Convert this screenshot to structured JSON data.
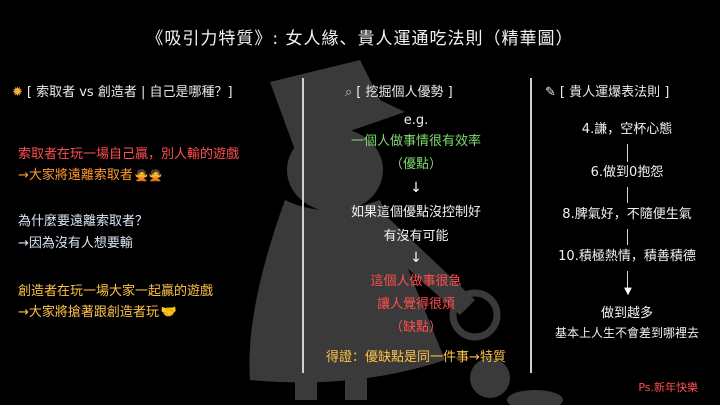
{
  "title": "《吸引力特質》: 女人緣、貴人運通吃法則（精華圖）",
  "icons": {
    "col1": "light-bulb-icon",
    "col2": "magnifier-icon",
    "col3": "memo-icon"
  },
  "col1": {
    "heading": "[ 索取者 vs 創造者 | 自己是哪種？]",
    "p1_line1": "索取者在玩一場自己贏，別人輸的遊戲",
    "p1_line2": "→大家將遠離索取者",
    "p2_line1": "為什麼要遠離索取者？",
    "p2_line2": "→因為沒有人想要輸",
    "p3_line1": "創造者在玩一場大家一起贏的遊戲",
    "p3_line2": "→大家將搶著跟創造者玩"
  },
  "col2": {
    "heading": "[ 挖掘個人優勢 ]",
    "eg": "e.g.",
    "s1": "一個人做事情很有效率",
    "s1_tag": "（優點）",
    "q1": "如果這個優點沒控制好",
    "q2": "有沒有可能",
    "w1": "這個人做事很急",
    "w2": "讓人覺得很煩",
    "w_tag": "（缺點）",
    "conclusion": "得證：優缺點是同一件事→特質"
  },
  "col3": {
    "heading": "[ 貴人運爆表法則 ]",
    "rule4": "4.謙，空杯心態",
    "rule6": "6.做到0抱怨",
    "rule8": "8.脾氣好，不隨便生氣",
    "rule10": "10.積極熱情，積善積德",
    "result1": "做到越多",
    "result2": "基本上人生不會差到哪裡去"
  },
  "footer": "Ps.新年快樂",
  "colors": {
    "background": "#000000",
    "red": "#ff4f4f",
    "orange": "#ff9a2e",
    "yellow": "#ffc247",
    "green": "#7fd870"
  }
}
